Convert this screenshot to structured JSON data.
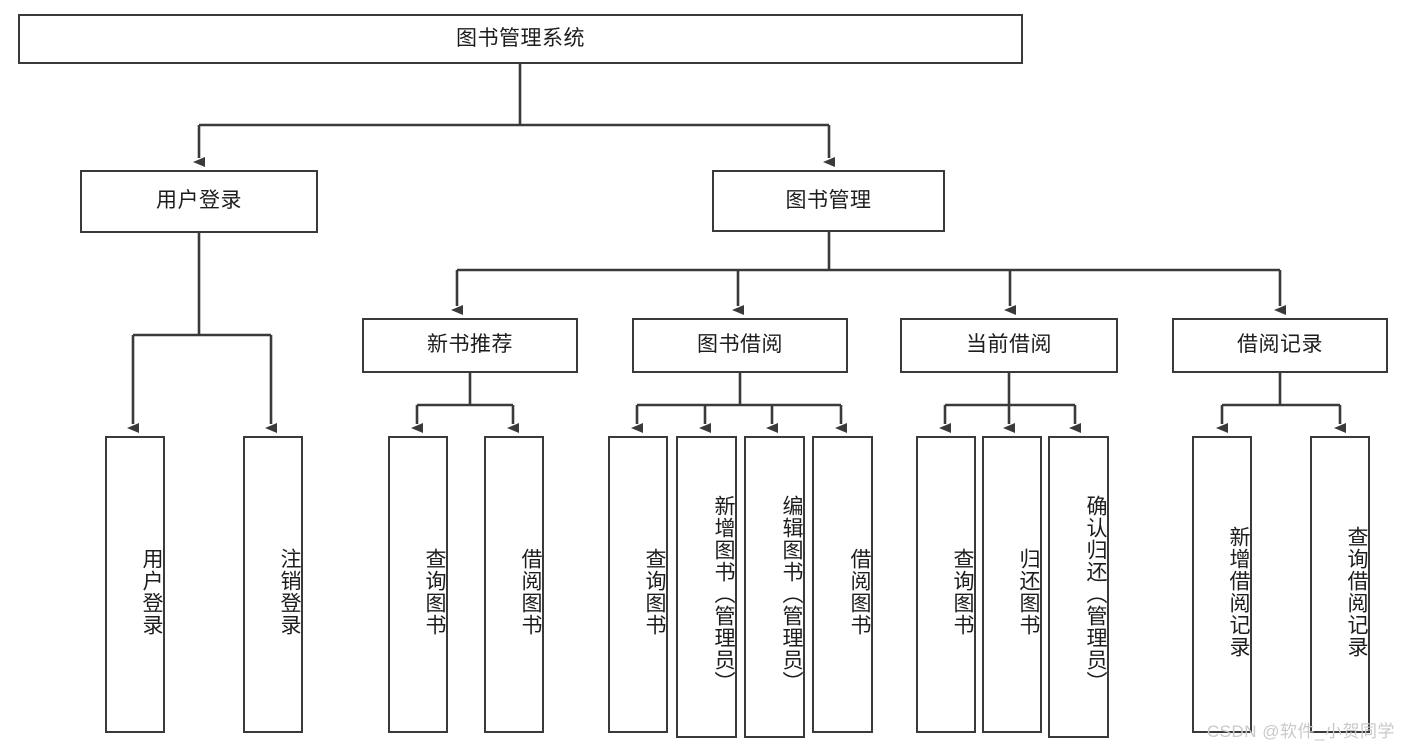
{
  "diagram": {
    "type": "tree",
    "title": "图书管理系统",
    "watermark": "CSDN @软件_小贺同学",
    "stroke_color": "#3a3a3a",
    "text_color": "#1d1d1d",
    "background_color": "#ffffff",
    "nodes": {
      "root": "图书管理系统",
      "level2": [
        "用户登录",
        "图书管理"
      ],
      "level3": [
        "新书推荐",
        "图书借阅",
        "当前借阅",
        "借阅记录"
      ],
      "leaves_user_login": [
        "用户登录",
        "注销登录"
      ],
      "leaves_new_book": [
        "查询图书",
        "借阅图书"
      ],
      "leaves_borrow": [
        "查询图书",
        "新增图书（管理员）",
        "编辑图书（管理员）",
        "借阅图书"
      ],
      "leaves_current": [
        "查询图书",
        "归还图书",
        "确认归还（管理员）"
      ],
      "leaves_records": [
        "新增借阅记录",
        "查询借阅记录"
      ]
    }
  }
}
